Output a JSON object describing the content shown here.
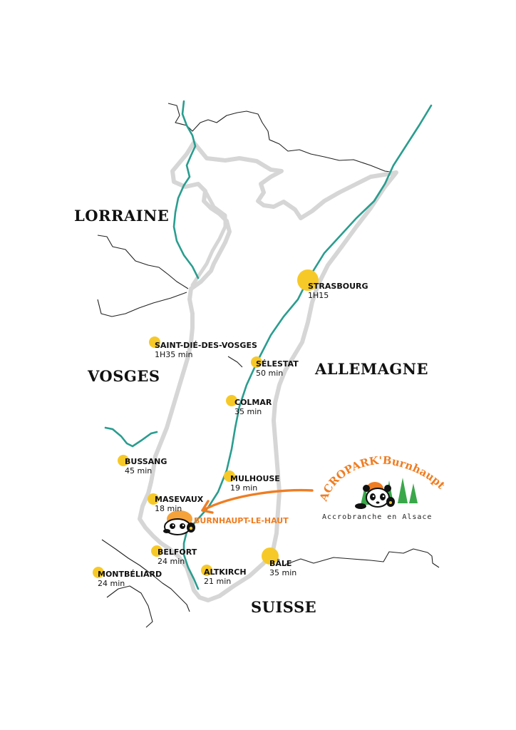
{
  "colors": {
    "region_outline": "#d6d6d6",
    "route": "#2a9d8f",
    "city_dot": "#f7c928",
    "accent_orange": "#ef7d22",
    "tree_green": "#3aa84a",
    "border_line": "#222222"
  },
  "regions": [
    {
      "id": "lorraine",
      "label": "LORRAINE"
    },
    {
      "id": "vosges",
      "label": "VOSGES"
    },
    {
      "id": "allemagne",
      "label": "ALLEMAGNE"
    },
    {
      "id": "suisse",
      "label": "SUISSE"
    }
  ],
  "cities": [
    {
      "id": "strasbourg",
      "name": "STRASBOURG",
      "time": "1H15"
    },
    {
      "id": "saint-die",
      "name": "SAINT-DIÉ-DES-VOSGES",
      "time": "1H35 min"
    },
    {
      "id": "selestat",
      "name": "SÉLESTAT",
      "time": "50 min"
    },
    {
      "id": "colmar",
      "name": "COLMAR",
      "time": "35 min"
    },
    {
      "id": "bussang",
      "name": "BUSSANG",
      "time": "45 min"
    },
    {
      "id": "mulhouse",
      "name": "MULHOUSE",
      "time": "19 min"
    },
    {
      "id": "masevaux",
      "name": "MASEVAUX",
      "time": "18 min"
    },
    {
      "id": "belfort",
      "name": "BELFORT",
      "time": "24 min"
    },
    {
      "id": "montbeliard",
      "name": "MONTBÉLIARD",
      "time": "24 min"
    },
    {
      "id": "altkirch",
      "name": "ALTKIRCH",
      "time": "21 min"
    },
    {
      "id": "bale",
      "name": "BÂLE",
      "time": "35 min"
    }
  ],
  "home": {
    "name": "BURNHAUPT-LE-HAUT"
  },
  "logo": {
    "brand": "ACROPARK'Burnhaupt",
    "tagline": "Accrobranche en Alsace",
    "icon": "panda-mascot-icon"
  }
}
